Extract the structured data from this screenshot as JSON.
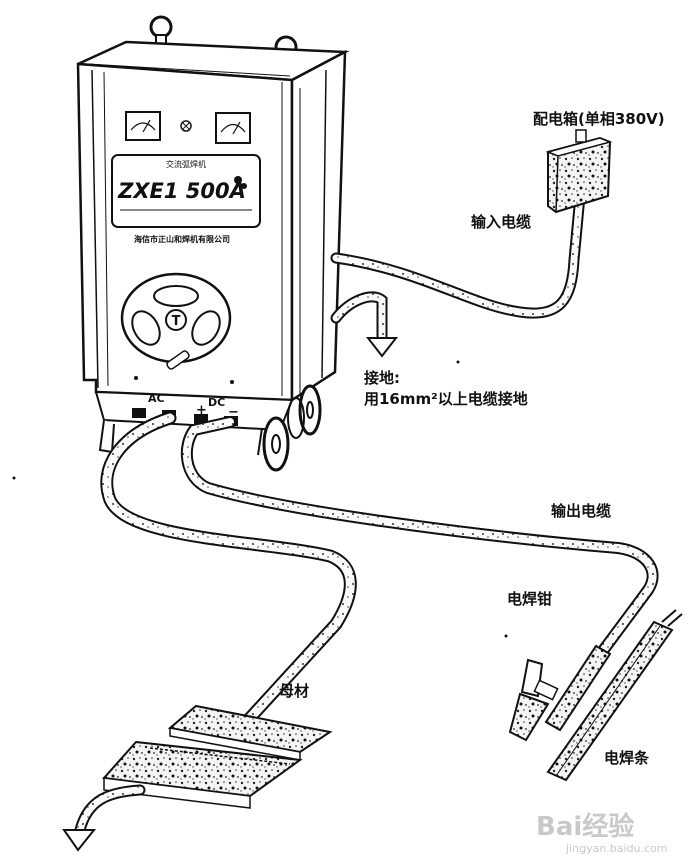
{
  "machine": {
    "type_plate": "交流弧焊机",
    "model": "ZXE1 500A",
    "manufacturer": "海信市正山和焊机有限公司",
    "ac_label": "AC",
    "dc_label": "DC",
    "plus": "+",
    "minus": "−",
    "knob_label": "T"
  },
  "labels": {
    "distribution_box": "配电箱(单相380V)",
    "input_cable": "输入电缆",
    "grounding_line1": "接地:",
    "grounding_line2": "用16mm²以上电缆接地",
    "output_cable": "输出电缆",
    "electrode_holder": "电焊钳",
    "base_metal": "母材",
    "electrode": "电焊条"
  },
  "watermark": {
    "brand": "Bai经验",
    "url": "jingyan.baidu.com"
  }
}
